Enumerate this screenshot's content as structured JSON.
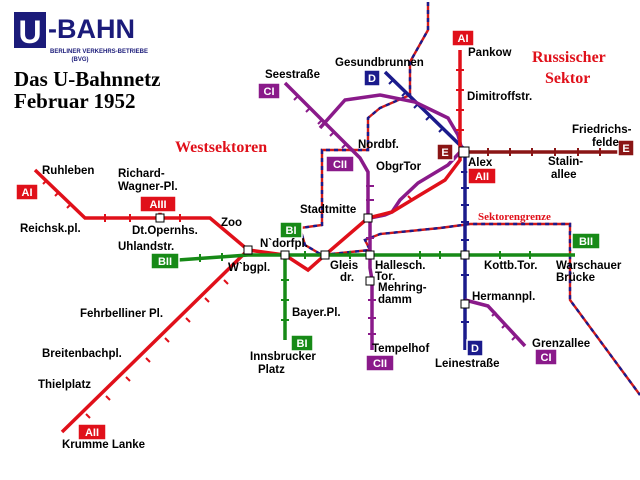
{
  "logo": {
    "letter": "U",
    "word": "-BAHN",
    "sub1": "BERLINER VERKEHRS-BETRIEBE",
    "sub2": "(BVG)"
  },
  "title": {
    "line1": "Das U-Bahnnetz",
    "line2": "Februar 1952"
  },
  "sectors": {
    "west": "Westsektoren",
    "russian_line1": "Russischer",
    "russian_line2": "Sektor",
    "border": "Sektorengrenze"
  },
  "lines": {
    "AI": {
      "label": "AI",
      "color": "#e0101a"
    },
    "AII": {
      "label": "AII",
      "color": "#e0101a"
    },
    "AIII": {
      "label": "AIII",
      "color": "#e0101a"
    },
    "BI": {
      "label": "BI",
      "color": "#178a17"
    },
    "BII": {
      "label": "BII",
      "color": "#178a17"
    },
    "CI": {
      "label": "CI",
      "color": "#8a1a8a"
    },
    "CII": {
      "label": "CII",
      "color": "#8a1a8a"
    },
    "D": {
      "label": "D",
      "color": "#1b1b8c"
    },
    "E": {
      "label": "E",
      "color": "#8a1515"
    }
  },
  "stations": {
    "ruhleben": "Ruhleben",
    "richard_wagner_1": "Richard-",
    "richard_wagner_2": "Wagner-Pl.",
    "reichskanzlerplatz": "Reichsk.pl.",
    "deutsche_oper": "Dt.Opernhs.",
    "uhlandstr": "Uhlandstr.",
    "zoo": "Zoo",
    "nollendorfplatz": "N`dorfpl.",
    "wittenbergplatz": "W`bgpl.",
    "fehrbelliner": "Fehrbelliner Pl.",
    "breitenbach": "Breitenbachpl.",
    "thielplatz": "Thielplatz",
    "krumme_lanke": "Krumme Lanke",
    "bayerischer_platz": "Bayer.Pl.",
    "innsbrucker_1": "Innsbrucker",
    "innsbrucker_2": "Platz",
    "seestrasse": "Seestraße",
    "gesundbrunnen": "Gesundbrunnen",
    "pankow": "Pankow",
    "dimitroffstr": "Dimitroffstr.",
    "nordbahnhof": "Nordbf.",
    "oranienburger_tor": "ObgrTor",
    "alex": "Alex",
    "friedrichsfelde_1": "Friedrichs-",
    "friedrichsfelde_2": "felde",
    "stalinallee_1": "Stalin-",
    "stalinallee_2": "allee",
    "stadtmitte": "Stadtmitte",
    "gleisdreieck_1": "Gleis",
    "gleisdreieck_2": "dr.",
    "hallesches_tor_1": "Hallesch.",
    "hallesches_tor_2": "Tor.",
    "mehringdamm_1": "Mehring-",
    "mehringdamm_2": "damm",
    "kottbusser_tor": "Kottb.Tor.",
    "warschauer_1": "Warschauer",
    "warschauer_2": "Brücke",
    "hermannplatz": "Hermannpl.",
    "grenzallee": "Grenzallee",
    "tempelhof": "Tempelhof",
    "leinestrasse": "Leinestraße"
  }
}
